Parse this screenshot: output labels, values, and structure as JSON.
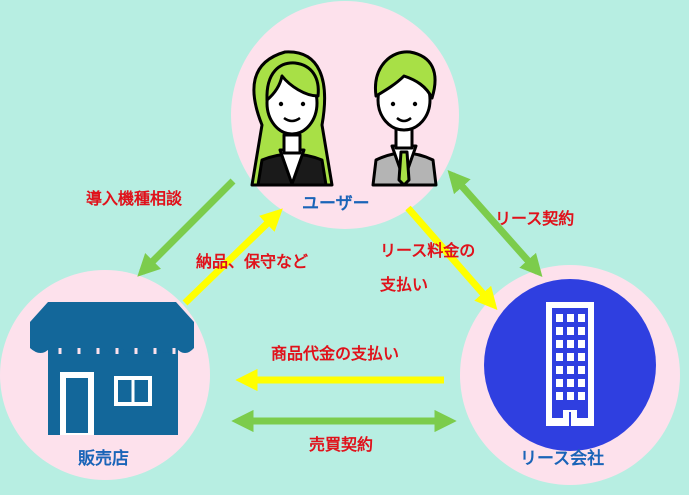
{
  "nodes": {
    "user": {
      "label": "ユーザー"
    },
    "shop": {
      "label": "販売店"
    },
    "lease_company": {
      "label": "リース会社"
    }
  },
  "edges": {
    "consultation": {
      "label": "導入機種相談"
    },
    "delivery": {
      "label": "納品、保守など"
    },
    "lease_contract": {
      "label": "リース契約"
    },
    "lease_fee_line1": {
      "label": "リース料金の"
    },
    "lease_fee_line2": {
      "label": "支払い"
    },
    "product_payment": {
      "label": "商品代金の支払い"
    },
    "sales_contract": {
      "label": "売買契約"
    }
  },
  "colors": {
    "background": "#b7eee2",
    "circle": "#fde1ec",
    "arrow_green": "#7ccc4c",
    "arrow_yellow": "#ffff00",
    "label_red": "#e0121b",
    "label_blue": "#1a64b8",
    "shop_blue": "#13679a",
    "building_blue": "#2f3fe0",
    "hair_green": "#a8e046"
  }
}
